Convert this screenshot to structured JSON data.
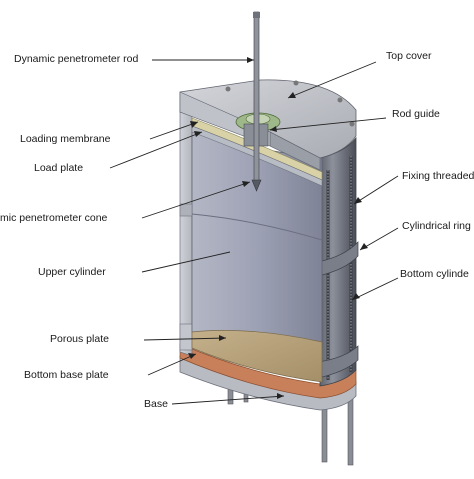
{
  "labels": {
    "rod": "Dynamic penetrometer rod",
    "top_cover": "Top cover",
    "rod_guide": "Rod guide",
    "loading_membrane": "Loading membrane",
    "load_plate": "Load plate",
    "fixing_threaded": "Fixing threaded",
    "cone": "mic penetrometer cone",
    "cylindrical_ring": "Cylindrical ring",
    "upper_cylinder": "Upper cylinder",
    "bottom_cylinder": "Bottom cylinde",
    "porous_plate": "Porous plate",
    "bottom_base_plate": "Bottom base plate",
    "base": "Base"
  },
  "colors": {
    "metal_light": "#c9ccd3",
    "metal_mid": "#9ea2ad",
    "metal_dark": "#6d717c",
    "inner_wall": "#8f93a6",
    "soil": "#b5a07a",
    "copper": "#c8805a",
    "membrane": "#d8d2a6",
    "guide": "#9fb88a"
  }
}
